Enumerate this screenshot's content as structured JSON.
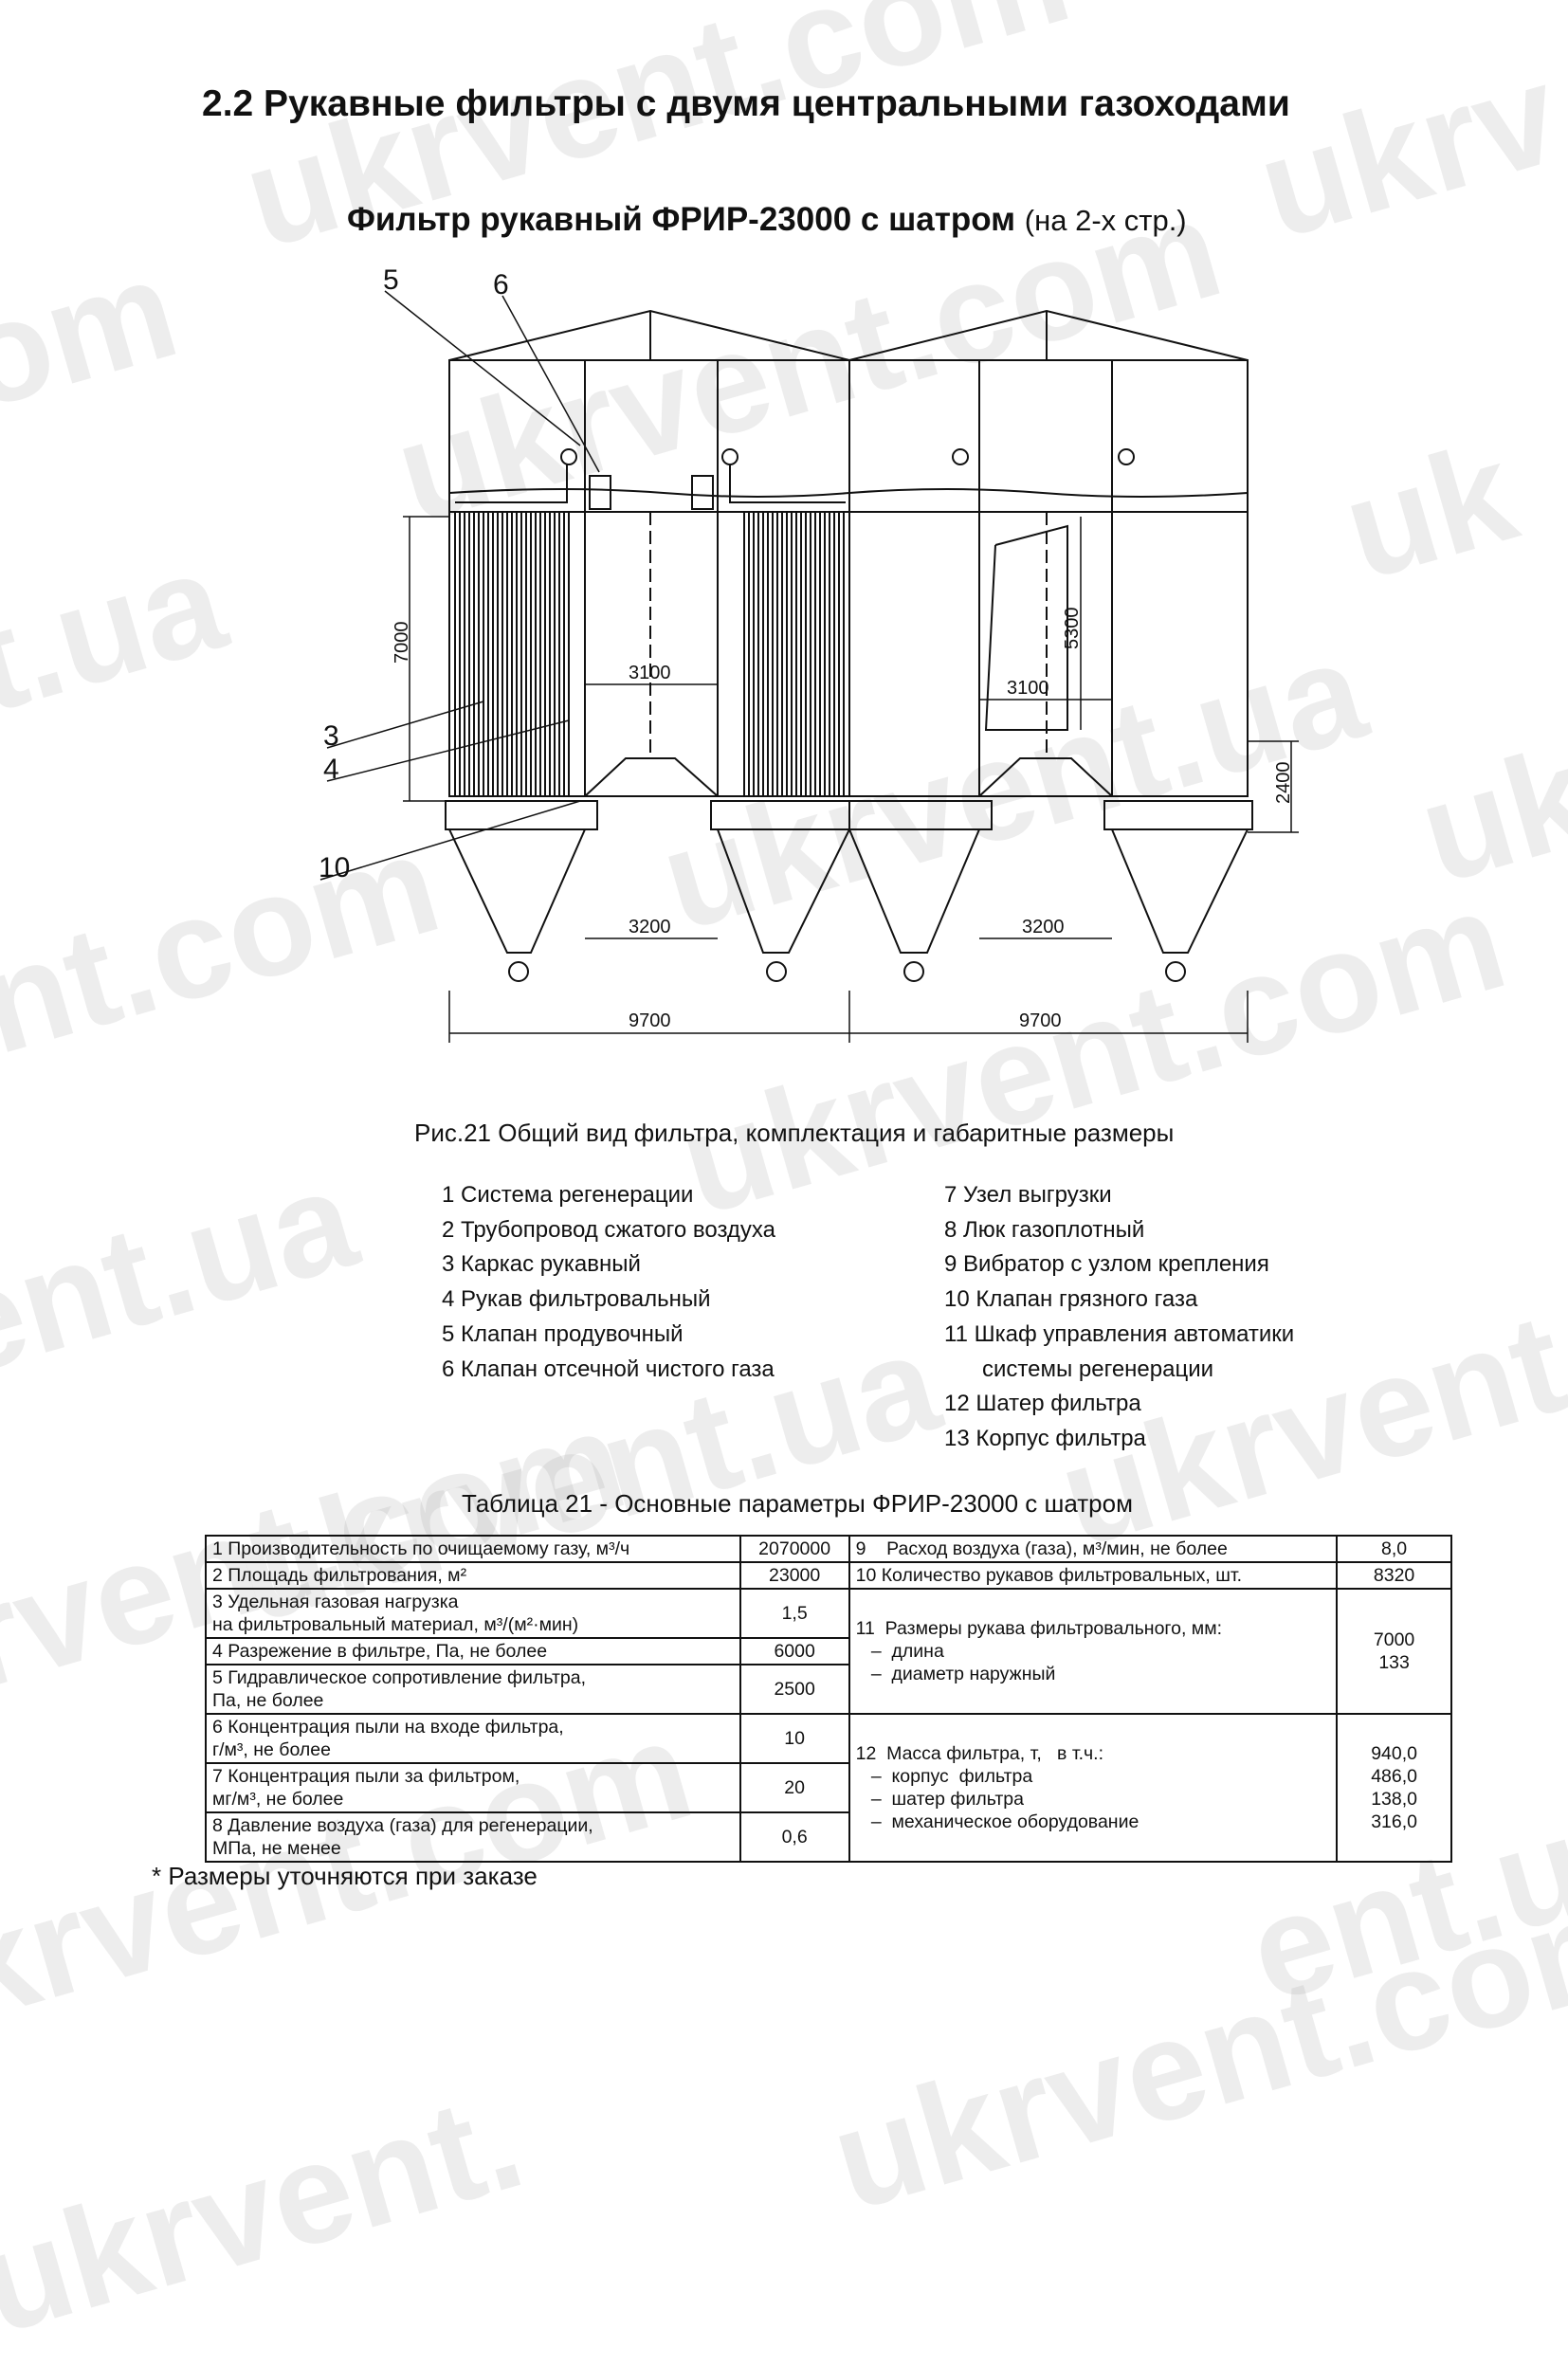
{
  "section_title": "2.2 Рукавные фильтры с двумя центральными газоходами",
  "drawing_title": {
    "main": "Фильтр рукавный  ФРИР-23000 с шатром",
    "sub": "(на 2-х стр.)"
  },
  "drawing": {
    "callouts": [
      "5",
      "6",
      "3",
      "4",
      "10"
    ],
    "dims": {
      "height_7000": "7000",
      "height_5300": "5300",
      "height_2400": "2400",
      "width_3100": "3100",
      "width_3200": "3200",
      "width_9700": "9700"
    }
  },
  "caption": "Рис.21 Общий вид фильтра, комплектация и габаритные размеры",
  "legend": {
    "left": [
      "1  Система регенерации",
      "2  Трубопровод сжатого воздуха",
      "3  Каркас рукавный",
      "4  Рукав фильтровальный",
      "5  Клапан продувочный",
      "6  Клапан отсечной чистого газа"
    ],
    "right": [
      "7  Узел выгрузки",
      "8  Люк газоплотный",
      "9  Вибратор с узлом крепления",
      "10  Клапан грязного газа",
      "11  Шкаф управления автоматики",
      "      системы регенерации",
      "12  Шатер фильтра",
      "13  Корпус фильтра"
    ]
  },
  "table": {
    "title": "Таблица 21 - Основные параметры ФРИР-23000 с шатром",
    "r1_label": "1 Производительность  по очищаемому газу, м³/ч",
    "r1_value": "2070000",
    "r9_label": "9    Расход воздуха (газа), м³/мин, не более",
    "r9_value": "8,0",
    "r2_label": "2  Площадь фильтрования, м²",
    "r2_value": "23000",
    "r10_label": "10  Количество рукавов фильтровальных, шт.",
    "r10_value": "8320",
    "r3_label_1": "3  Удельная газовая нагрузка",
    "r3_label_2": "на фильтровальный материал, м³/(м²·мин)",
    "r3_value": "1,5",
    "r11_label_1": "11  Размеры рукава фильтровального, мм:",
    "r11_label_2": "   –  длина",
    "r11_label_3": "   –  диаметр наружный",
    "r11_value_1": "7000",
    "r11_value_2": "133",
    "r4_label": "4  Разрежение в фильтре, Па, не более",
    "r4_value": "6000",
    "r5_label_1": "5  Гидравлическое сопротивление фильтра,",
    "r5_label_2": "Па, не более",
    "r5_value": "2500",
    "r6_label_1": "6  Концентрация пыли на входе фильтра,",
    "r6_label_2": "г/м³,  не более",
    "r6_value": "10",
    "r7_label_1": "7  Концентрация пыли за фильтром,",
    "r7_label_2": "мг/м³,  не более",
    "r7_value": "20",
    "r8_label_1": "8  Давление воздуха (газа) для регенерации,",
    "r8_label_2": "МПа, не менее",
    "r8_value": "0,6",
    "r12_label_1": "12  Масса фильтра, т,   в т.ч.:",
    "r12_label_2": "   –  корпус  фильтра",
    "r12_label_3": "   –  шатер фильтра",
    "r12_label_4": "   –  механическое оборудование",
    "r12_value_1": "940,0",
    "r12_value_2": "486,0",
    "r12_value_3": "138,0",
    "r12_value_4": "316,0"
  },
  "footnote": "* Размеры уточняются при заказе",
  "watermark": "ukrvent.com ukrvent.ua"
}
